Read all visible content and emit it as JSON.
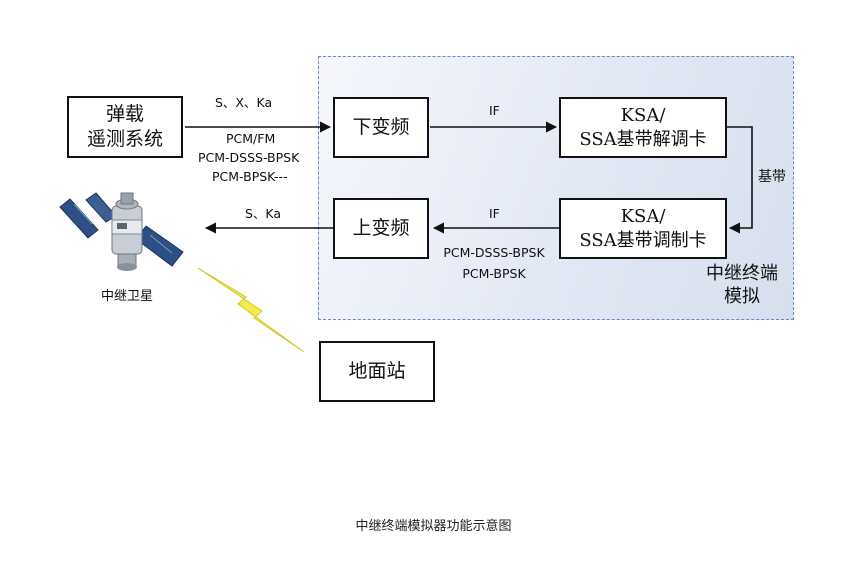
{
  "region": {
    "label_line1": "中继终端",
    "label_line2": "模拟"
  },
  "boxes": {
    "payload_line1": "弹载",
    "payload_line2": "遥测系统",
    "downconverter": "下变频",
    "demod_line1": "KSA/",
    "demod_line2": "SSA基带解调卡",
    "upconverter": "上变频",
    "mod_line1": "KSA/",
    "mod_line2": "SSA基带调制卡",
    "ground": "地面站"
  },
  "labels": {
    "bands_in": "S、X、Ka",
    "pcm_fm": "PCM/FM",
    "pcm_dsss_in": "PCM-DSSS-BPSK",
    "pcm_bpsk_in": "PCM-BPSK---",
    "if_top": "IF",
    "baseband": "基带",
    "if_bottom": "IF",
    "bands_out": "S、Ka",
    "pcm_dsss_out": "PCM-DSSS-BPSK",
    "pcm_bpsk_out": "PCM-BPSK"
  },
  "satellite": {
    "label": "中继卫星"
  },
  "caption": "中继终端模拟器功能示意图",
  "colors": {
    "region_border": "#6a88c2",
    "lightning": "#f2ec4a",
    "line": "#111111"
  }
}
